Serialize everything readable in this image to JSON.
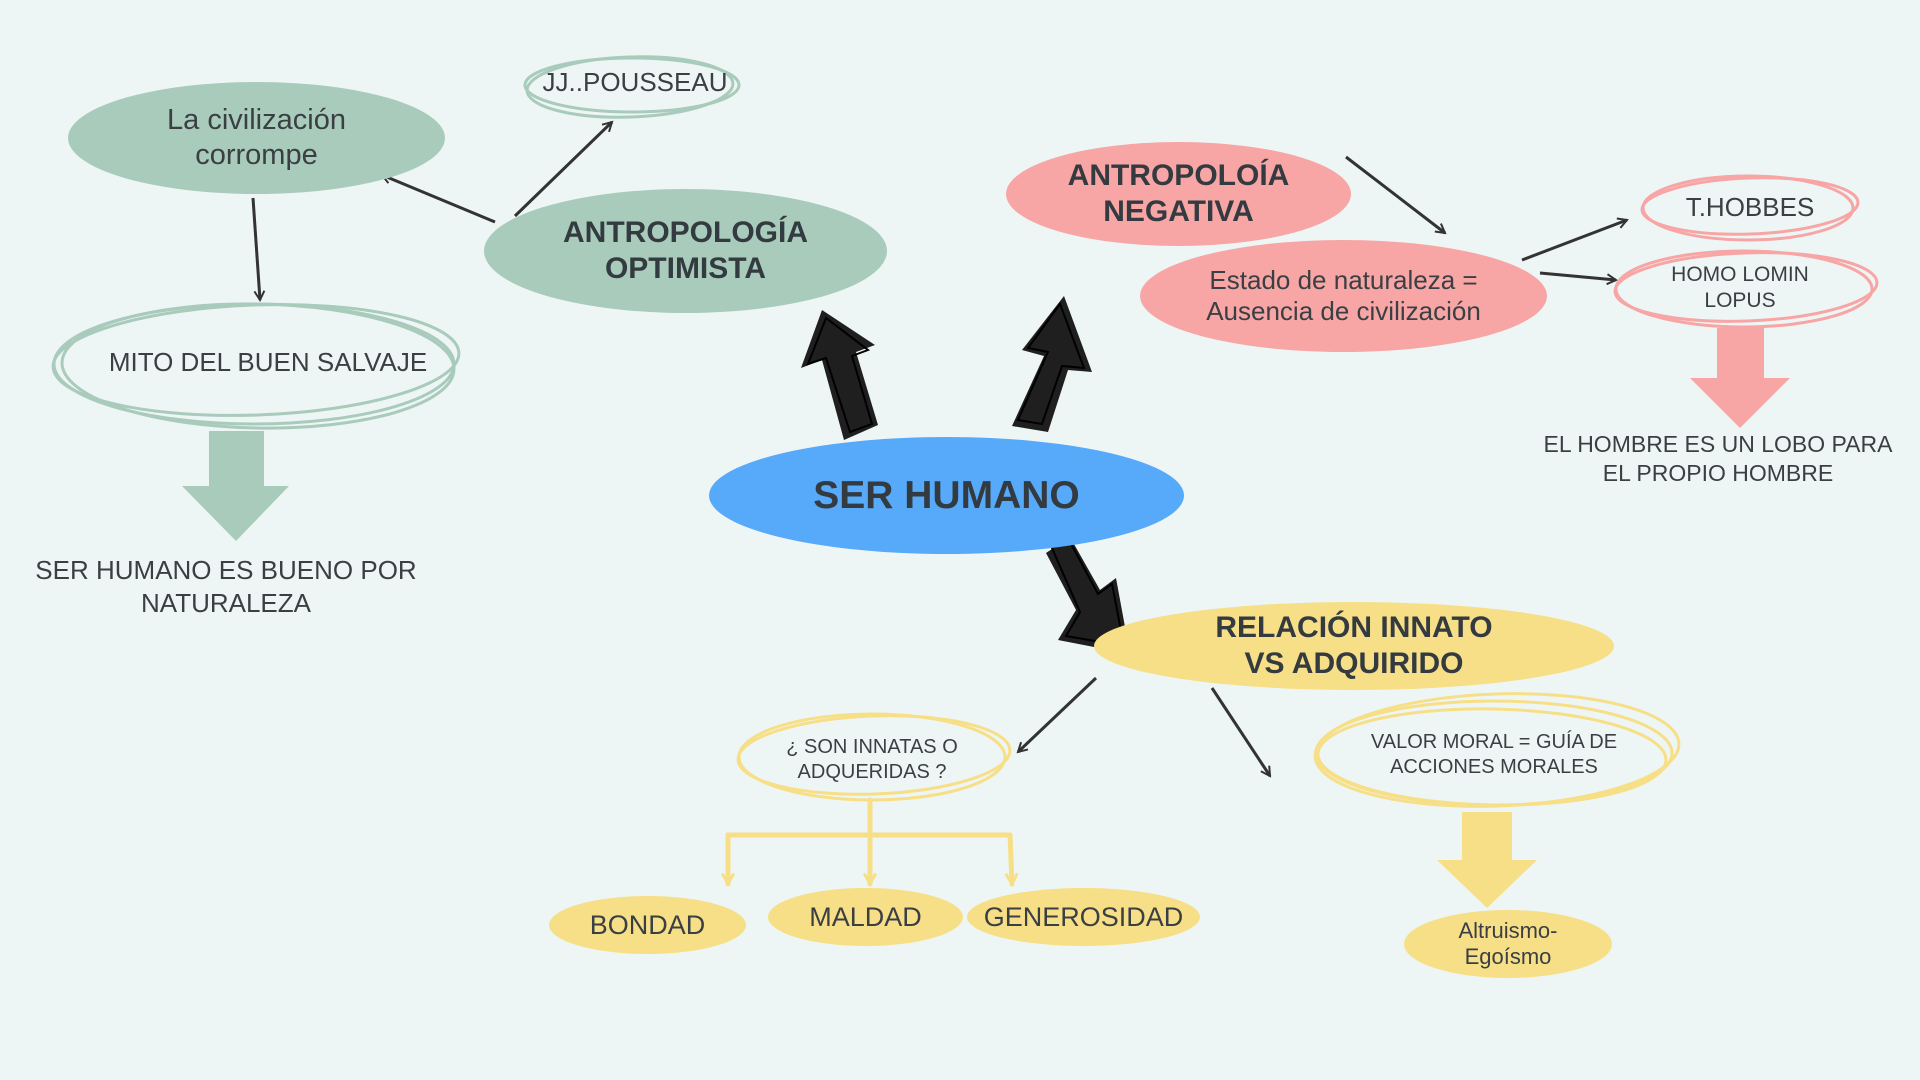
{
  "colors": {
    "background": "#eef6f5",
    "green": "#a9cbbb",
    "pink": "#f7a5a5",
    "blue": "#57aafa",
    "yellow": "#f7df87",
    "ink": "#333333"
  },
  "center": {
    "label": "SER HUMANO"
  },
  "optimista": {
    "title_line1": "ANTROPOLOGÍA",
    "title_line2": "OPTIMISTA",
    "author": "JJ..POUSSEAU",
    "idea_line1": "La civilización",
    "idea_line2": "corrompe",
    "myth": "MITO DEL BUEN SALVAJE",
    "conclusion_line1": "SER HUMANO ES BUENO POR",
    "conclusion_line2": "NATURALEZA"
  },
  "negativa": {
    "title_line1": "ANTROPOLOÍA",
    "title_line2": "NEGATIVA",
    "state_line1": "Estado de naturaleza =",
    "state_line2": "Ausencia de civilización",
    "author": "T.HOBBES",
    "latin_line1": "HOMO LOMIN",
    "latin_line2": "LOPUS",
    "conclusion_line1": "EL HOMBRE ES UN LOBO PARA",
    "conclusion_line2": "EL PROPIO HOMBRE"
  },
  "relacion": {
    "title_line1": "RELACIÓN INNATO",
    "title_line2": "VS ADQUIRIDO",
    "question_line1": "¿ SON INNATAS O",
    "question_line2": "ADQUERIDAS ?",
    "options": [
      "BONDAD",
      "MALDAD",
      "GENEROSIDAD"
    ],
    "moral_line1": "VALOR MORAL = GUÍA DE",
    "moral_line2": "ACCIONES MORALES",
    "result_line1": "Altruismo-",
    "result_line2": "Egoísmo"
  }
}
